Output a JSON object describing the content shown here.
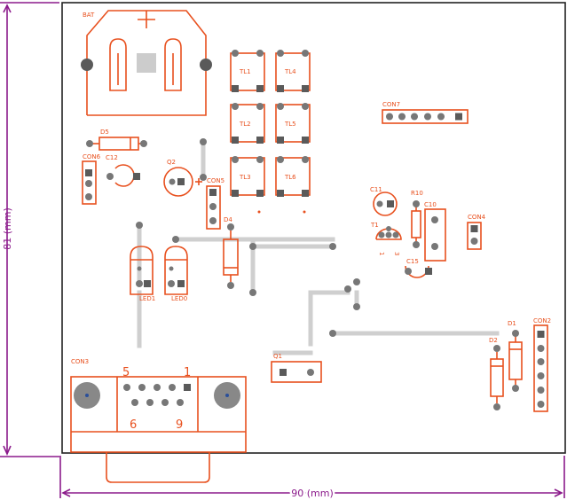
{
  "dimensions": {
    "width_label": "90 (mm)",
    "height_label": "81 (mm)"
  },
  "labels": {
    "bat": "BAT",
    "d5": "D5",
    "con6": "CON6",
    "c12": "C12",
    "q2": "Q2",
    "con5": "CON5",
    "tl1": "TL1",
    "tl4": "TL4",
    "tl2": "TL2",
    "tl5": "TL5",
    "tl3": "TL3",
    "tl6": "TL6",
    "con7": "CON7",
    "c11": "C11",
    "r10": "R10",
    "c10": "C10",
    "t1": "T1",
    "c15": "C15",
    "con4": "CON4",
    "d4": "D4",
    "led1": "LED1",
    "led0": "LED0",
    "q1": "Q1",
    "con3": "CON3",
    "d1": "D1",
    "d2": "D2",
    "con2": "CON2",
    "pin5": "5",
    "pin1": "1",
    "pin6": "6",
    "pin9": "9",
    "plus": "+"
  },
  "colors": {
    "silkscreen": "#e8501e",
    "dimension": "#8b1a8b",
    "trace": "#cfcfcf",
    "pad": "#777777"
  }
}
